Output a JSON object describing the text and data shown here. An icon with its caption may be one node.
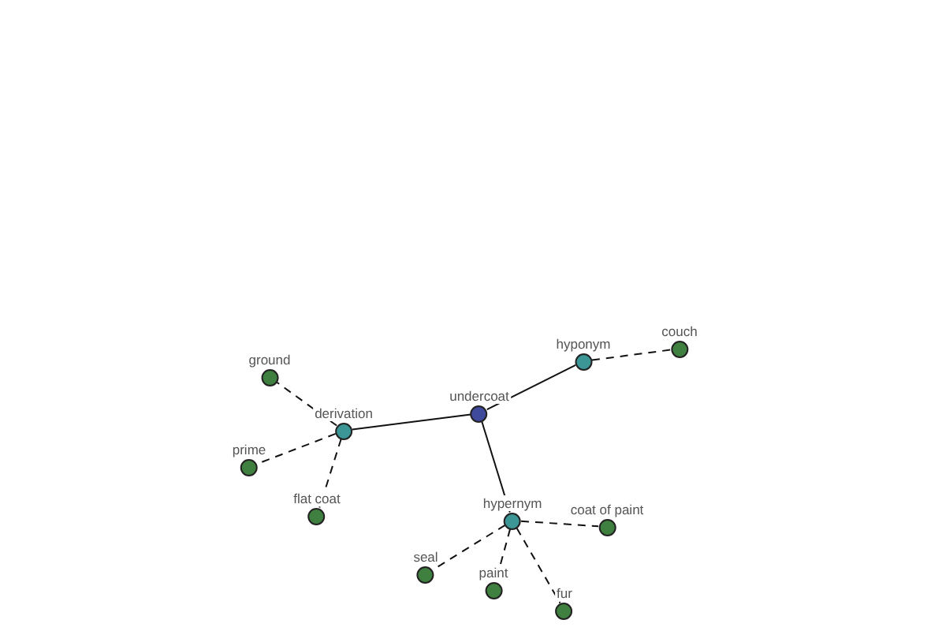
{
  "diagram": {
    "nodes": [
      {
        "text": [
          "couch"
        ]
      },
      {
        "text": [
          "hyponym"
        ]
      },
      {
        "text": [
          "ground"
        ]
      },
      {
        "text": [
          "undercoat"
        ]
      },
      {
        "text": [
          "derivation"
        ]
      },
      {
        "text": [
          "prime"
        ]
      },
      {
        "text": [
          "flat coat"
        ]
      },
      {
        "text": [
          "hypernym"
        ]
      },
      {
        "text": [
          "coat of paint"
        ]
      },
      {
        "text": [
          "seal"
        ]
      },
      {
        "text": [
          "paint"
        ]
      },
      {
        "text": [
          "fur"
        ]
      }
    ],
    "edges": [
      {
        "from": 3,
        "to": 1,
        "arrow": "none"
      },
      {
        "from": 1,
        "to": 0,
        "arrow": "none",
        "style": "dashed"
      },
      {
        "from": 3,
        "to": 4,
        "arrow": "none"
      },
      {
        "from": 4,
        "to": 2,
        "arrow": "none",
        "style": "dashed"
      },
      {
        "from": 4,
        "to": 5,
        "arrow": "none",
        "style": "dashed"
      },
      {
        "from": 4,
        "to": 6,
        "arrow": "none",
        "style": "dashed"
      },
      {
        "from": 3,
        "to": 7,
        "arrow": "none"
      },
      {
        "from": 7,
        "to": 8,
        "arrow": "none",
        "style": "dashed"
      },
      {
        "from": 7,
        "to": 9,
        "arrow": "none",
        "style": "dashed"
      },
      {
        "from": 7,
        "to": 10,
        "arrow": "none",
        "style": "dashed"
      },
      {
        "from": 7,
        "to": 11,
        "arrow": "none",
        "style": "dashed"
      }
    ]
  }
}
